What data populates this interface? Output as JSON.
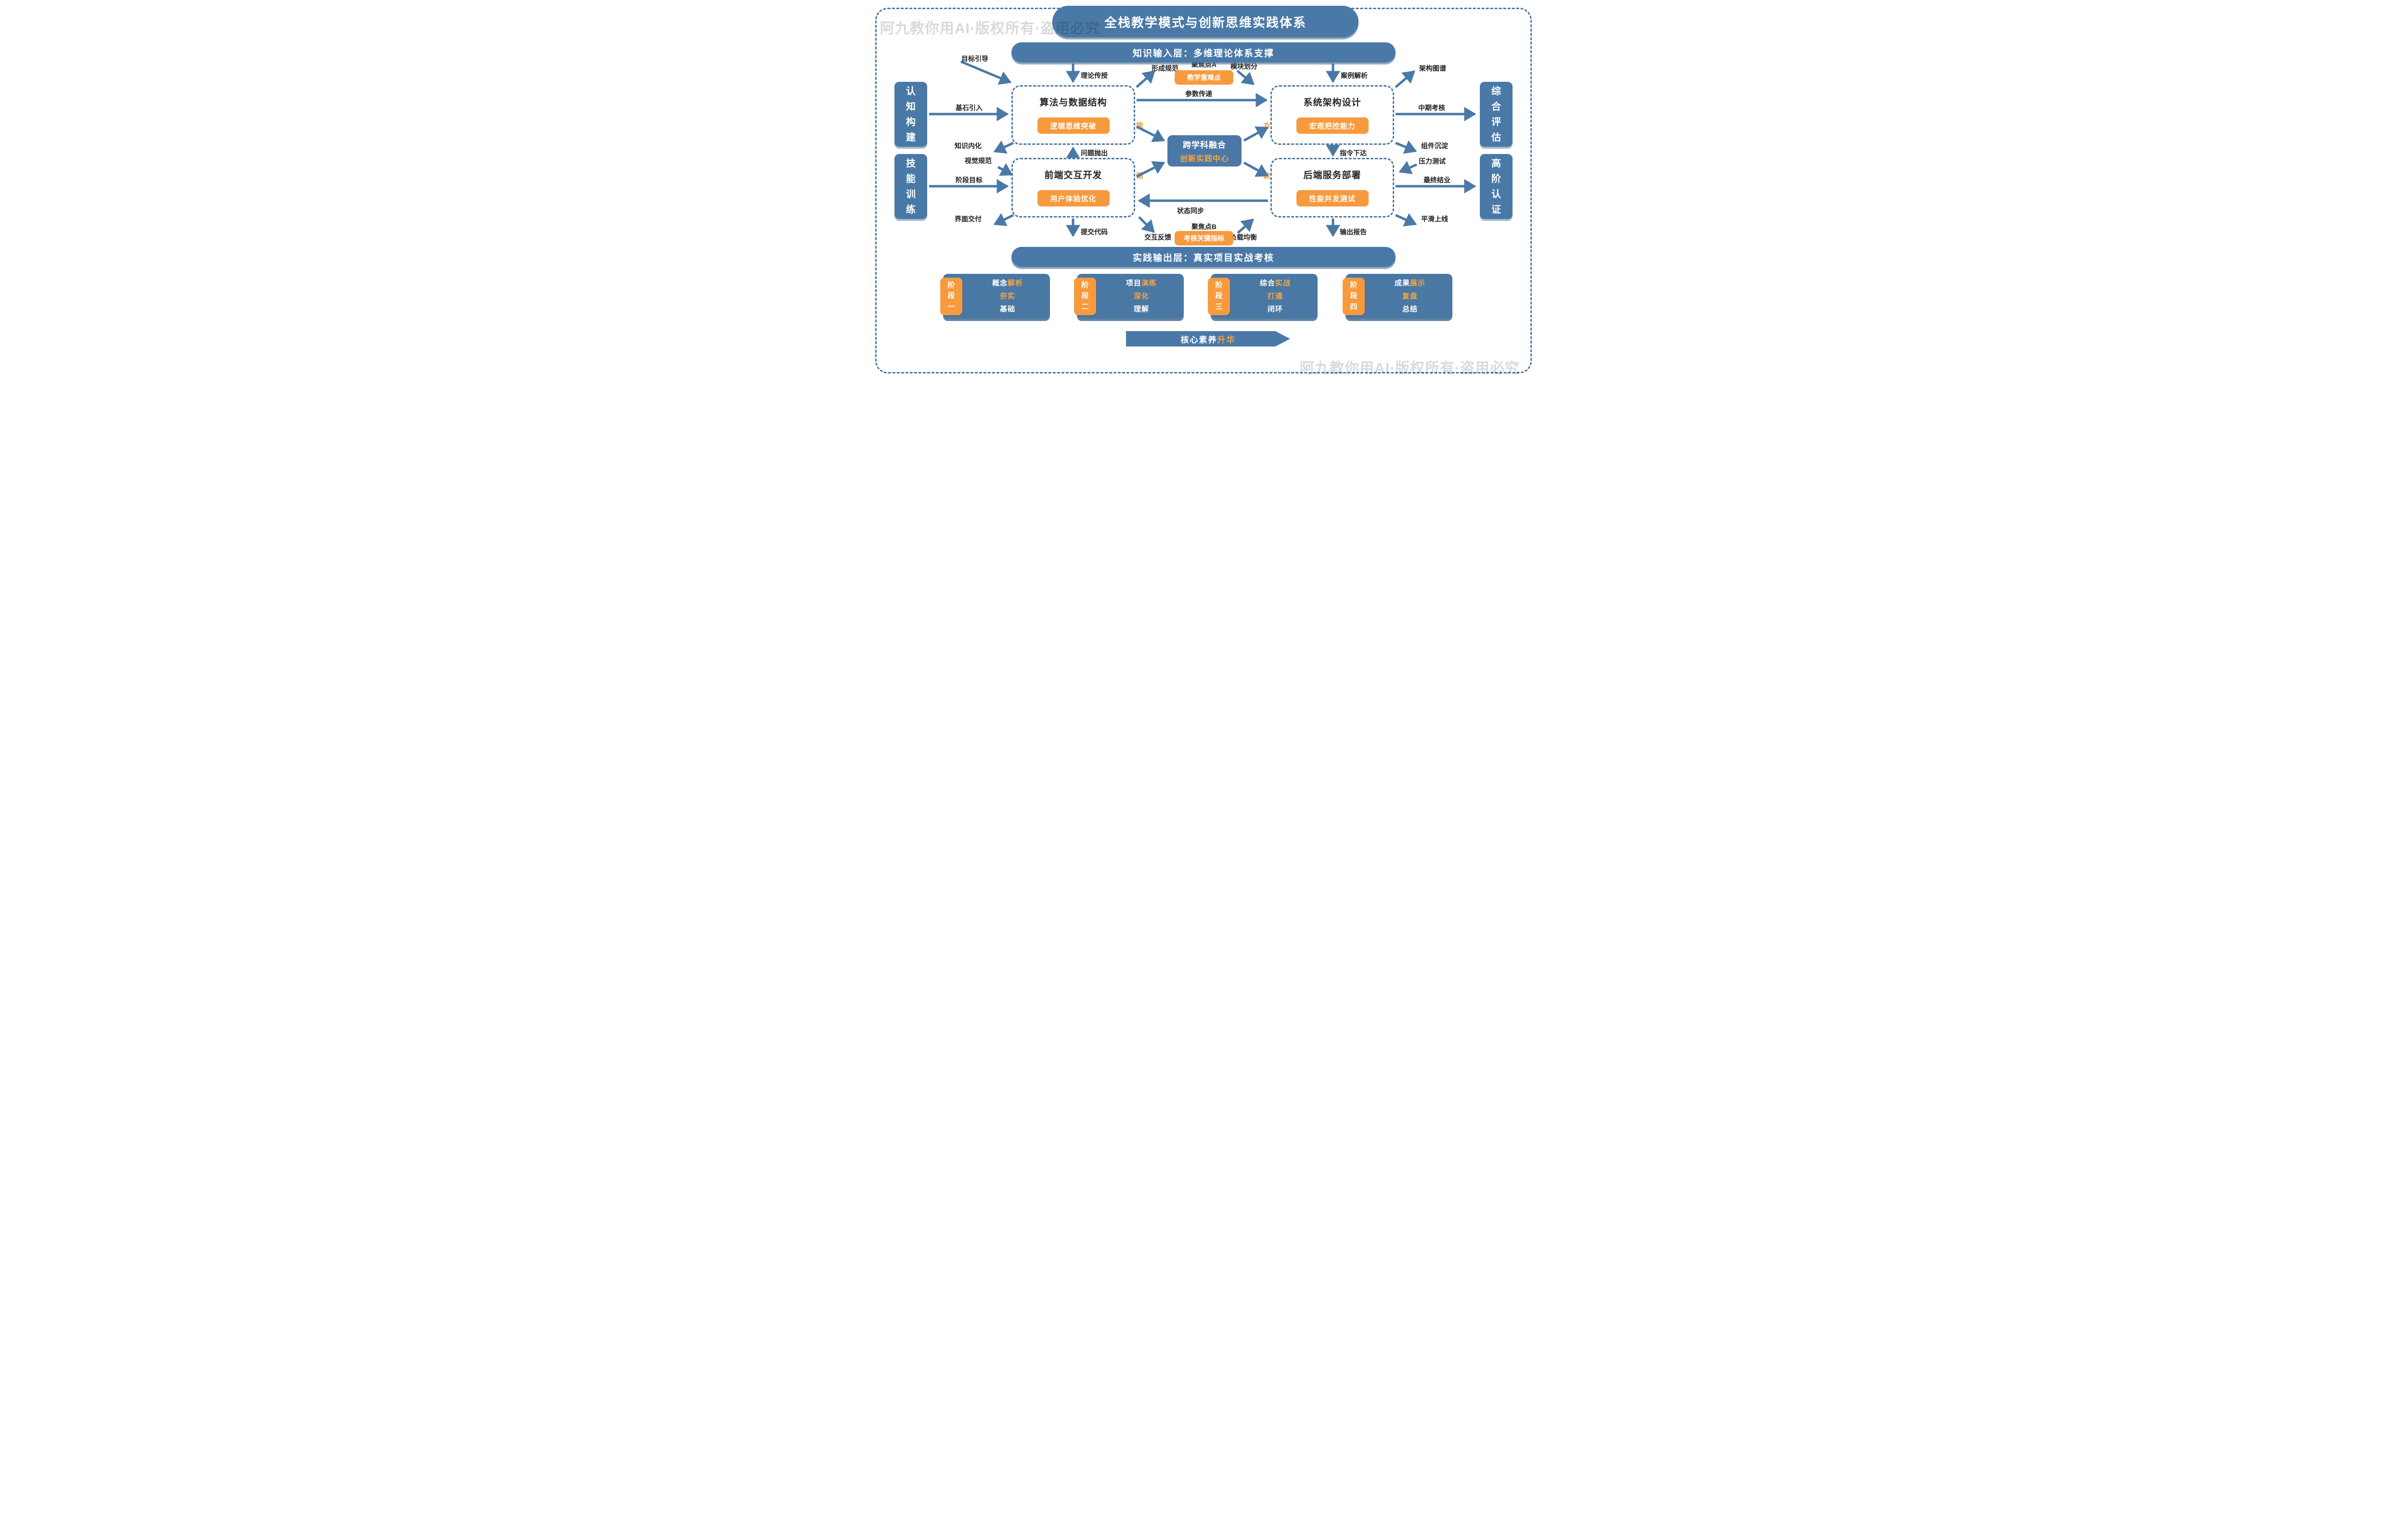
{
  "title": "全栈教学模式与创新思维实践体系",
  "watermark": "阿九教你用AI·版权所有·盗用必究",
  "layers": {
    "input": "知识输入层：多维理论体系支撑",
    "output": "实践输出层：真实项目实战考核"
  },
  "side_nodes": {
    "cognition": "认知构建",
    "skill": "技能训练",
    "evaluation": "综合评估",
    "certification": "高阶认证"
  },
  "process_nodes": {
    "algorithm": {
      "title": "算法与数据结构",
      "badge": "逻辑思维突破"
    },
    "architecture": {
      "title": "系统架构设计",
      "badge": "宏观把控能力"
    },
    "frontend": {
      "title": "前端交互开发",
      "badge": "用户体验优化"
    },
    "backend": {
      "title": "后端服务部署",
      "badge": "性能并发测试"
    }
  },
  "hub": {
    "line1": "跨学科融合",
    "line2": "创新实践中心"
  },
  "focus": {
    "a_label": "聚焦点A",
    "a_badge": "教学重难点",
    "b_label": "聚焦点B",
    "b_badge": "考核关键指标"
  },
  "edges": {
    "goal_guide": "目标引导",
    "theory": "理论传授",
    "case_study": "案例解析",
    "norm": "形成规范",
    "module_split": "模块划分",
    "atlas": "架构图谱",
    "foundation": "基石引入",
    "param": "参数传递",
    "midterm": "中期考核",
    "internalize": "知识内化",
    "component": "组件沉淀",
    "problem": "问题抛出",
    "command": "指令下达",
    "visual": "视觉规范",
    "pressure": "压力测试",
    "stage_goal": "阶段目标",
    "final": "最终结业",
    "state_sync": "状态同步",
    "interface_delivery": "界面交付",
    "launch": "平滑上线",
    "submit_code": "提交代码",
    "report": "输出报告",
    "feedback": "交互反馈",
    "load_balance": "负载均衡"
  },
  "fragments": {
    "tl": "能",
    "tr": "方",
    "bl": "馈",
    "br": "数"
  },
  "stages": [
    {
      "tab": "阶段一",
      "l1w": "概念",
      "l1o": "解析",
      "l2": "夯实",
      "l3": "基础"
    },
    {
      "tab": "阶段二",
      "l1w": "项目",
      "l1o": "演练",
      "l2": "深化",
      "l3": "理解"
    },
    {
      "tab": "阶段三",
      "l1w": "综合",
      "l1o": "实战",
      "l2": "打通",
      "l3": "闭环"
    },
    {
      "tab": "阶段四",
      "l1w": "成果",
      "l1o": "展示",
      "l2": "复盘",
      "l3": "总结"
    }
  ],
  "banner": {
    "white": "核心素养",
    "orange": "升华"
  },
  "colors": {
    "blue": "#4a79a7",
    "blue_dark": "#3d648b",
    "orange": "#f79a3e",
    "label_text": "#1f1f1f",
    "watermark_gray": "#d9d9d9"
  }
}
